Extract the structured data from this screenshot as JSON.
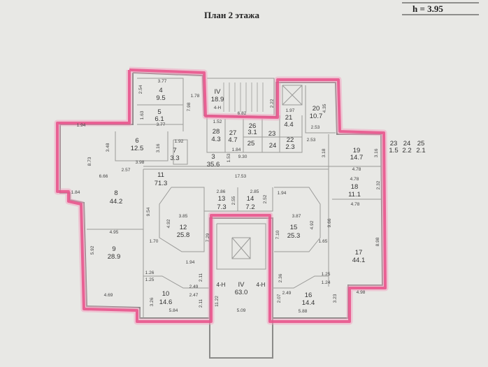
{
  "title": "План 2 этажа",
  "height_label": "h = 3.95",
  "colors": {
    "outline": "#e8508a",
    "walls": "#8a8a88",
    "background": "#e8e8e5"
  },
  "rooms": [
    {
      "number": "4",
      "area": "9.5"
    },
    {
      "number": "5",
      "area": "6.1"
    },
    {
      "number": "IV",
      "area": "18.9"
    },
    {
      "number": "20",
      "area": "10.7"
    },
    {
      "number": "21",
      "area": "4.4"
    },
    {
      "number": "26",
      "area": "3.1"
    },
    {
      "number": "23",
      "area": ""
    },
    {
      "number": "28",
      "area": "4.3"
    },
    {
      "number": "27",
      "area": "4.7"
    },
    {
      "number": "25",
      "area": ""
    },
    {
      "number": "24",
      "area": ""
    },
    {
      "number": "22",
      "area": "2.3"
    },
    {
      "number": "6",
      "area": "12.5"
    },
    {
      "number": "7",
      "area": "3.3"
    },
    {
      "number": "3",
      "area": "35.6"
    },
    {
      "number": "19",
      "area": "14.7"
    },
    {
      "number": "23",
      "area": "1.5"
    },
    {
      "number": "24",
      "area": "2.2"
    },
    {
      "number": "25",
      "area": "2.1"
    },
    {
      "number": "11",
      "area": "71.3"
    },
    {
      "number": "18",
      "area": "11.1"
    },
    {
      "number": "8",
      "area": "44.2"
    },
    {
      "number": "13",
      "area": "7.3"
    },
    {
      "number": "14",
      "area": "7.2"
    },
    {
      "number": "12",
      "area": "25.8"
    },
    {
      "number": "15",
      "area": "25.3"
    },
    {
      "number": "9",
      "area": "28.9"
    },
    {
      "number": "17",
      "area": "44.1"
    },
    {
      "number": "10",
      "area": "14.6"
    },
    {
      "number": "IV",
      "area": "63.0"
    },
    {
      "number": "16",
      "area": "14.4"
    }
  ],
  "stair_labels": [
    "4-Н",
    "4-Н",
    "4-Н"
  ],
  "dimensions": [
    "3.77",
    "2.54",
    "1.78",
    "7.98",
    "1.63",
    "3.77",
    "6.82",
    "2.22",
    "1.97",
    "4.35",
    "2.53",
    "1.52",
    "1.84",
    "9.30",
    "1.53",
    "1.92",
    "3.16",
    "3.48",
    "3.98",
    "2.57",
    "6.66",
    "8.73",
    "1.84",
    "17.53",
    "4.78",
    "4.78",
    "4.78",
    "3.16",
    "2.32",
    "2.86",
    "2.55",
    "2.85",
    "2.52",
    "1.94",
    "1.94",
    "3.85",
    "4.92",
    "7.29",
    "3.87",
    "4.92",
    "7.10",
    "9.54",
    "9.66",
    "1.70",
    "1.65",
    "4.95",
    "5.92",
    "4.69",
    "1.94",
    "1.26",
    "1.25",
    "2.49",
    "2.47",
    "2.11",
    "2.11",
    "3.26",
    "5.84",
    "11.22",
    "5.09",
    "2.36",
    "2.07",
    "2.49",
    "1.25",
    "1.24",
    "3.23",
    "5.88",
    "4.98",
    "8.98",
    "2.53",
    "3.18"
  ]
}
